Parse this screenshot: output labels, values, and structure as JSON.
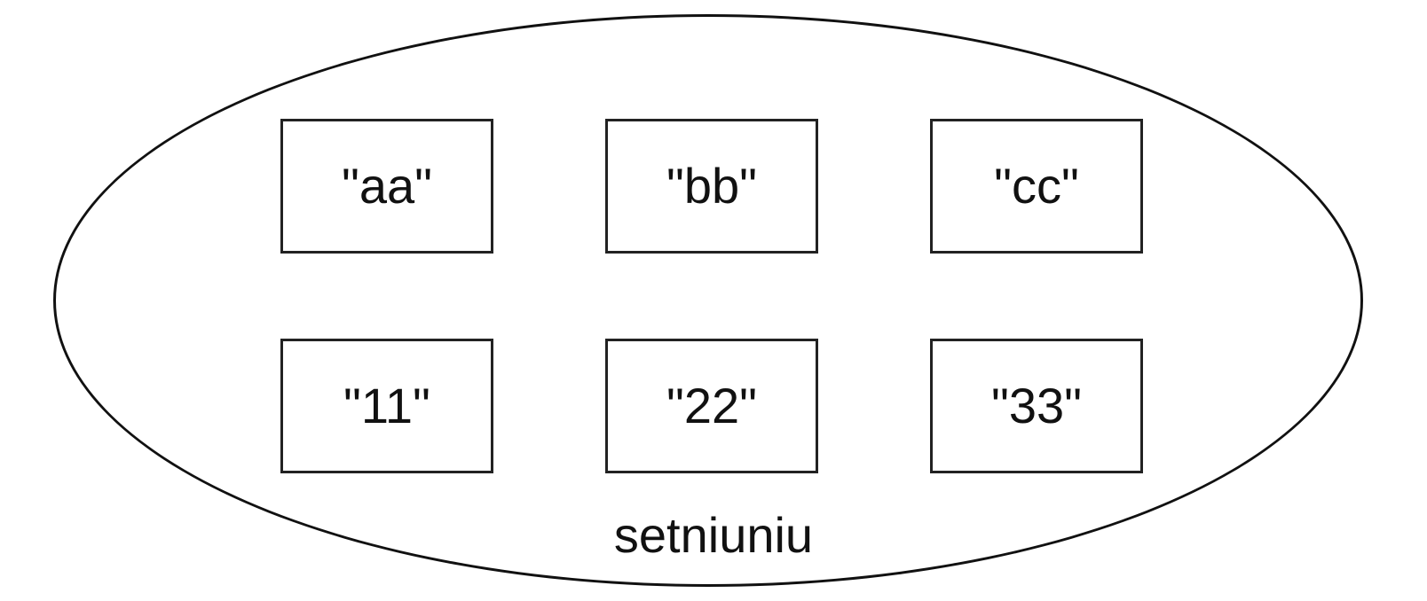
{
  "set": {
    "label": "setniuniu",
    "elements": [
      {
        "value": "\"aa\""
      },
      {
        "value": "\"bb\""
      },
      {
        "value": "\"cc\""
      },
      {
        "value": "\"11\""
      },
      {
        "value": "\"22\""
      },
      {
        "value": "\"33\""
      }
    ]
  },
  "colors": {
    "stroke": "#111111",
    "background": "#ffffff"
  }
}
